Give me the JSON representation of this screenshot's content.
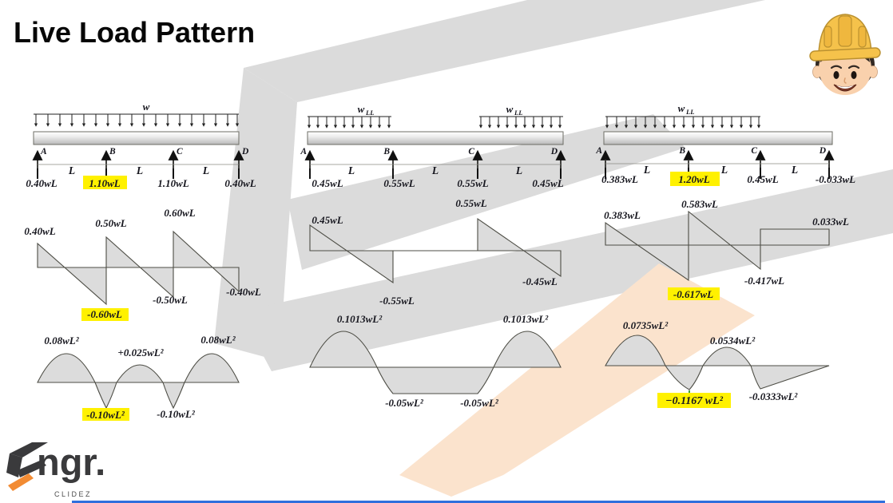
{
  "title": "Live Load Pattern",
  "brand": {
    "name": "ngr.",
    "tagline": "CLIDEZ"
  },
  "icons": {
    "avatar": "construction-worker",
    "logo_mark": "stylized-e"
  },
  "colors": {
    "highlight": "#fff100",
    "diagram_fill": "#dcdcdc",
    "watermark_gray": "#dbdbdb",
    "watermark_peach": "#fbe3cd",
    "accent_orange": "#f28b33",
    "logo_dark": "#3a3a3c",
    "bottom_bar_blue": "#2f6fdd"
  },
  "columns": [
    {
      "name": "all-spans-loaded",
      "load": {
        "label": "w",
        "sub": "",
        "nodes": [
          "A",
          "B",
          "C",
          "D"
        ],
        "spans": [
          "L",
          "L",
          "L"
        ],
        "reactions": [
          "0.40wL",
          "1.10wL",
          "1.10wL",
          "0.40wL"
        ]
      },
      "shear": {
        "pos": [
          "0.40wL",
          "0.50wL",
          "0.60wL"
        ],
        "neg": [
          "-0.60wL",
          "-0.50wL",
          "-0.40wL"
        ]
      },
      "moment": {
        "pos": [
          "0.08wL²",
          "+0.025wL²",
          "0.08wL²"
        ],
        "neg": [
          "-0.10wL²",
          "-0.10wL²"
        ]
      }
    },
    {
      "name": "alternate-spans-loaded",
      "load": {
        "label": "w",
        "sub": "LL",
        "nodes": [
          "A",
          "B",
          "C",
          "D"
        ],
        "spans": [
          "L",
          "L",
          "L"
        ],
        "reactions": [
          "0.45wL",
          "0.55wL",
          "0.55wL",
          "0.45wL"
        ]
      },
      "shear": {
        "pos": [
          "0.45wL",
          "0.55wL"
        ],
        "neg": [
          "-0.55wL",
          "-0.45wL"
        ]
      },
      "moment": {
        "pos": [
          "0.1013wL²",
          "0.1013wL²"
        ],
        "neg": [
          "-0.05wL²",
          "-0.05wL²"
        ]
      }
    },
    {
      "name": "adjacent-spans-loaded",
      "load": {
        "label": "w",
        "sub": "LL",
        "nodes": [
          "A",
          "B",
          "C",
          "D"
        ],
        "spans": [
          "L",
          "L",
          "L"
        ],
        "reactions": [
          "0.383wL",
          "1.20wL",
          "0.45wL",
          "-0.033wL"
        ]
      },
      "shear": {
        "pos": [
          "0.383wL",
          "0.583wL",
          "0.033wL"
        ],
        "neg": [
          "-0.617wL",
          "-0.417wL"
        ]
      },
      "moment": {
        "pos": [
          "0.0735wL²",
          "0.0534wL²"
        ],
        "neg": [
          "−0.1167 wL²",
          "-0.0333wL²"
        ]
      }
    }
  ]
}
